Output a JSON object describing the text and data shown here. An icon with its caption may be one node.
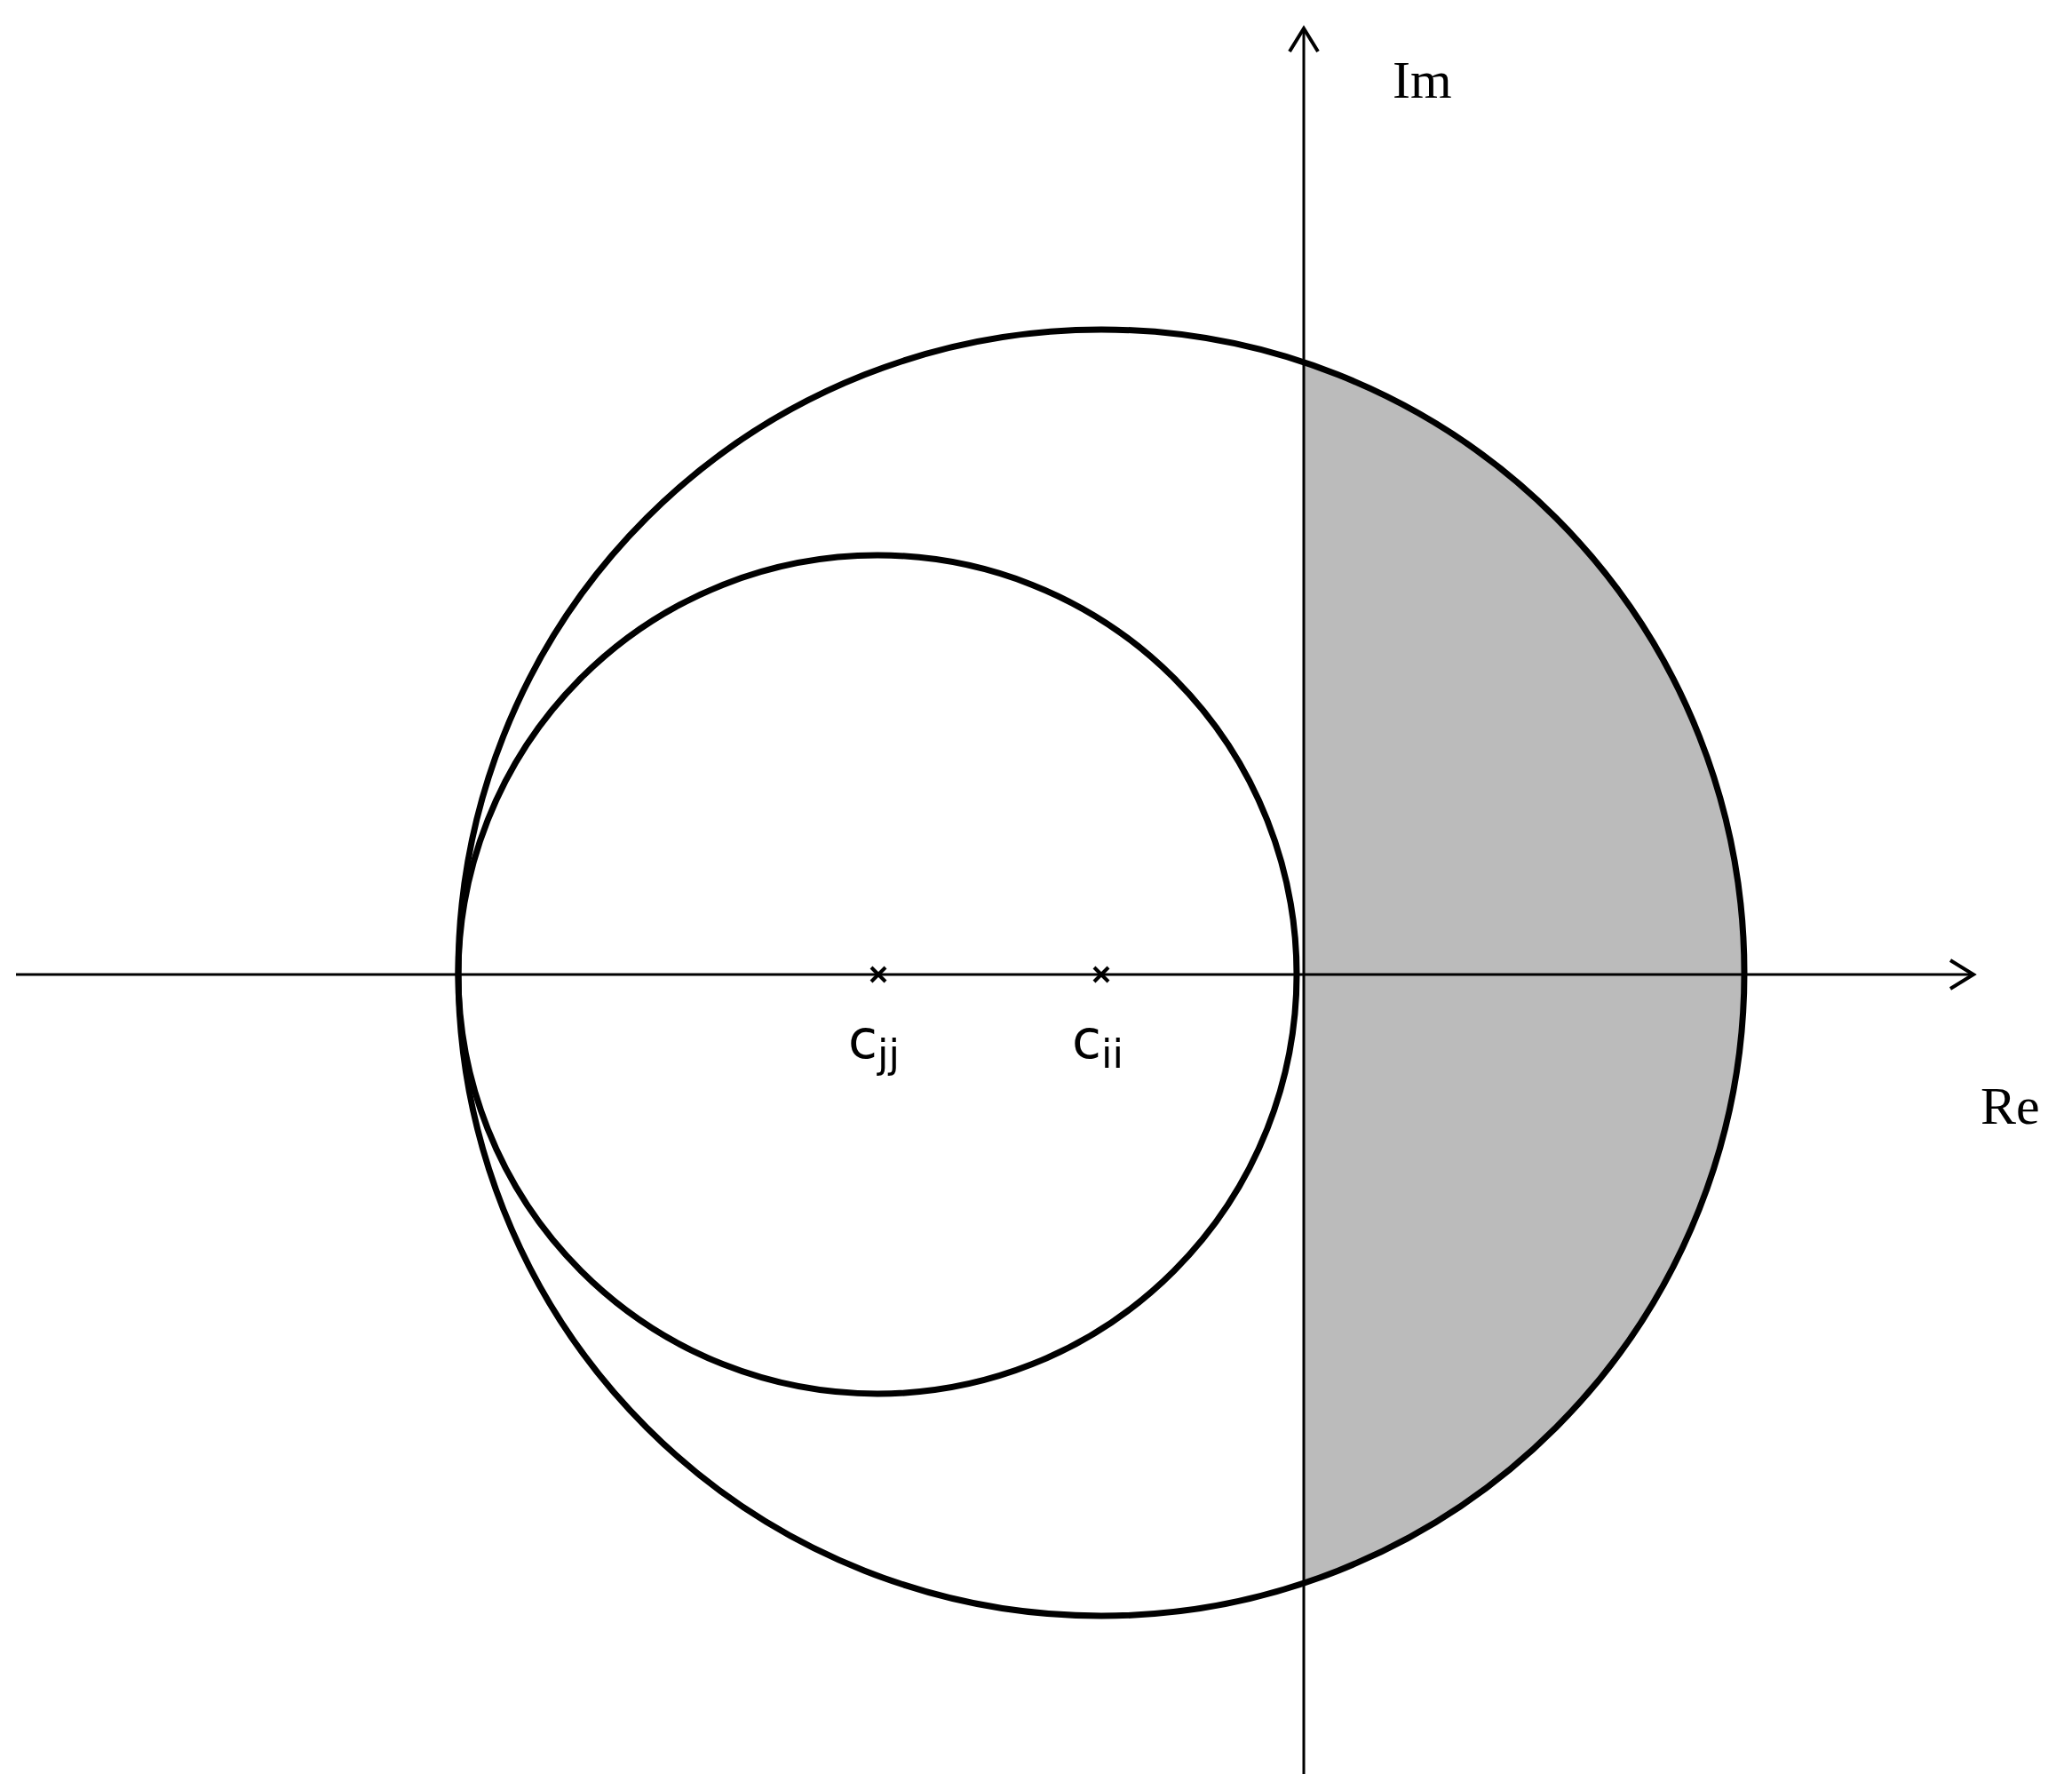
{
  "diagram": {
    "labels": [
      "Im",
      "Re",
      "c$_{jj}$",
      "c$_{ii}$"
    ]
  }
}
